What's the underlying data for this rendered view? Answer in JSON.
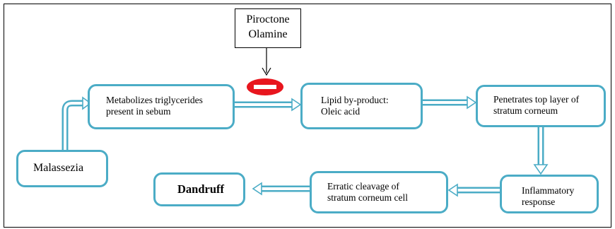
{
  "agent": {
    "line1": "Piroctone",
    "line2": "Olamine"
  },
  "nodes": {
    "malassezia": "Malassezia",
    "metabolizes": {
      "line1": "Metabolizes triglycerides",
      "line2": "present in sebum"
    },
    "lipid": {
      "line1": "Lipid by-product:",
      "line2": "Oleic acid"
    },
    "penetrates": {
      "line1": "Penetrates top layer of",
      "line2": "stratum corneum"
    },
    "inflammatory": {
      "line1": "Inflammatory",
      "line2": "response"
    },
    "erratic": {
      "line1": "Erratic cleavage of",
      "line2": "stratum corneum cell"
    },
    "dandruff": "Dandruff"
  },
  "colors": {
    "box_border": "#4bacc6",
    "arrow": "#4bacc6",
    "inhibit_symbol": "#e8161e",
    "frame": "#000000"
  },
  "icons": {
    "inhibition": "inhibition-symbol-icon"
  }
}
